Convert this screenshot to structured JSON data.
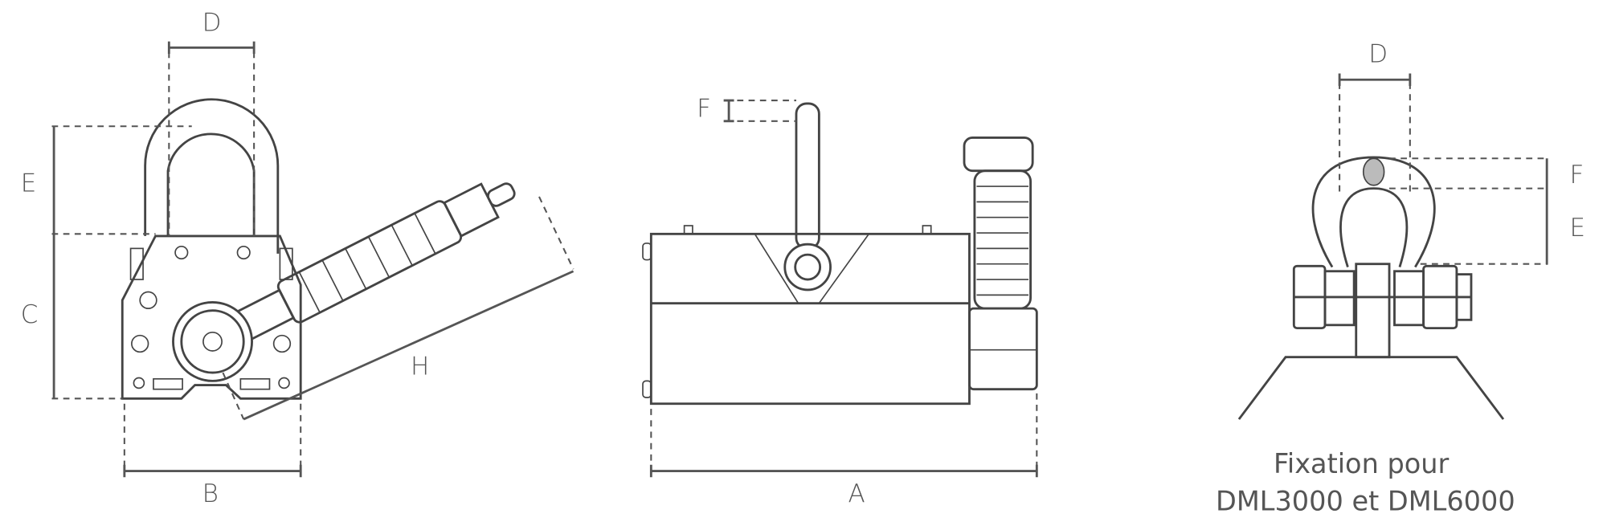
{
  "left_view": {
    "labels": {
      "D": "D",
      "E": "E",
      "C": "C",
      "B": "B",
      "H": "H"
    }
  },
  "middle_view": {
    "labels": {
      "F": "F",
      "A": "A"
    }
  },
  "right_view": {
    "labels": {
      "D": "D",
      "F": "F",
      "E": "E"
    },
    "caption_line1": "Fixation pour",
    "caption_line2": "DML3000 et DML6000"
  }
}
